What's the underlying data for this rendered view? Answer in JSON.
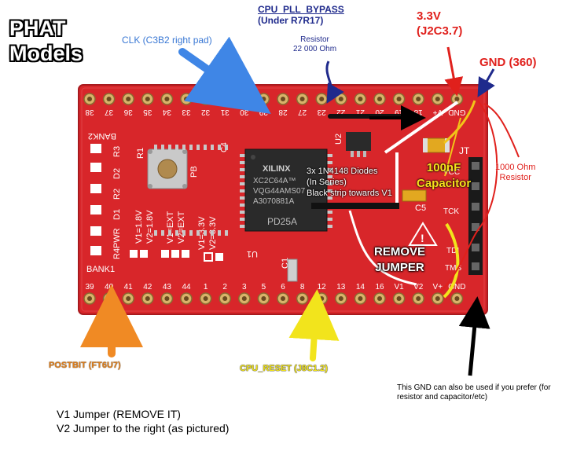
{
  "title": {
    "line1": "PHAT",
    "line2": "Models"
  },
  "annotations": {
    "clk": "CLK (C3B2 right pad)",
    "cpu_pll_bypass": "CPU_PLL_BYPASS",
    "cpu_pll_bypass_sub": "(Under R7R17)",
    "resistor_22k_line1": "Resistor",
    "resistor_22k_line2": "22 000 Ohm",
    "v33_line1": "3.3V",
    "v33_line2": "(J2C3.7)",
    "gnd360": "GND (360)",
    "resistor_1000_line1": "1000 Ohm",
    "resistor_1000_line2": "Resistor",
    "diodes_line1": "3x 1N4148 Diodes",
    "diodes_line2": "(In Series)",
    "diodes_line3": "Black strip towards V1",
    "capacitor_line1": "100nF",
    "capacitor_line2": "Capacitor",
    "remove_line1": "REMOVE",
    "remove_line2": "JUMPER",
    "postbit": "POSTBIT (FT6U7)",
    "cpu_reset": "CPU_RESET (J8C1.2)",
    "gnd_note": "This GND can also be used if you prefer (for resistor and capacitor/etc)",
    "jumper_v1": "V1 Jumper (REMOVE IT)",
    "jumper_v2": "V2 Jumper to the right (as pictured)"
  },
  "board": {
    "bank2": "BANK2",
    "bank1": "BANK1",
    "chip_brand": "XILINX",
    "chip_line1": "XC2C64A™",
    "chip_line2": "VQG44AMS07",
    "chip_line3": "A3070881A",
    "chip_line4": "PD25A",
    "u1": "U1",
    "u2": "U2",
    "c1": "C1",
    "c4": "C4",
    "c5": "C5",
    "r1": "R1",
    "pb": "PB",
    "jt": "JT",
    "vcc": "VCC",
    "tck": "TCK",
    "tdi": "TDI",
    "tms": "TMS",
    "gnd_pin": "GND",
    "left_labels": [
      "R3",
      "D2",
      "R2",
      "D1",
      "R4PWR"
    ],
    "bank_v1": "V1=1.8V",
    "bank_v2": "V2=1.8V",
    "ext_v1": "V1=EXT",
    "ext_v2": "V2=EXT",
    "v33_v1": "V1=3.3V",
    "v33_v2": "V2=3.3V",
    "top_pins": [
      "38",
      "37",
      "36",
      "35",
      "34",
      "33",
      "32",
      "31",
      "30",
      "29",
      "28",
      "27",
      "23",
      "22",
      "21",
      "20",
      "19",
      "18",
      "V+",
      "GND"
    ],
    "bottom_pins": [
      "39",
      "40",
      "41",
      "42",
      "43",
      "44",
      "1",
      "2",
      "3",
      "5",
      "6",
      "8",
      "12",
      "13",
      "14",
      "16",
      "V1",
      "V2",
      "V+",
      "GND"
    ]
  },
  "colors": {
    "pcb": "#d8262a",
    "clk_arrow": "#3f86e6",
    "pll_arrow": "#1f2a8c",
    "v33_arrow": "#e0201c",
    "postbit_arrow": "#f08a24",
    "reset_arrow": "#f2e41c",
    "gnd_arrow": "#000000"
  }
}
